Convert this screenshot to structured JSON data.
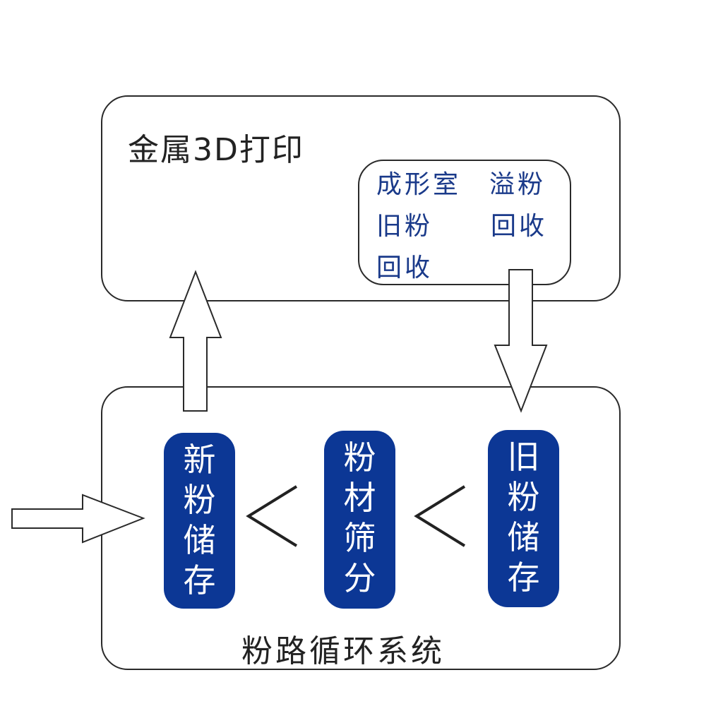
{
  "printer": {
    "title": "金属3D打印",
    "chamber": {
      "col1": [
        "成形室",
        "旧粉",
        "回收"
      ],
      "col2": [
        "溢粉",
        "回收"
      ]
    }
  },
  "system": {
    "title": "粉路循环系统",
    "stages": [
      {
        "label": "新\n粉\n储\n存"
      },
      {
        "label": "粉\n材\n筛\n分"
      },
      {
        "label": "旧\n粉\n储\n存"
      }
    ]
  },
  "colors": {
    "accent": "#0c3795",
    "text_blue": "#1a3a8a",
    "outline": "#2a2a2a"
  }
}
